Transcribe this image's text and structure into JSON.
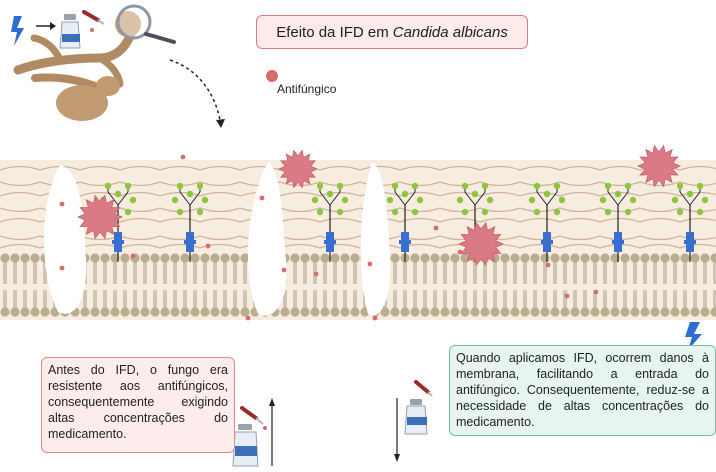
{
  "title": {
    "prefix": "Efeito da IFD em ",
    "species": "Candida albicans"
  },
  "legend": {
    "antifungal_label": "Antifúngico",
    "antifungal_color": "#d96b6b"
  },
  "notes": {
    "before": "Antes do IFD, o fungo era resistente aos antifúngicos, consequentemente exigindo altas concentrações do medicamento.",
    "after": "Quando aplicamos IFD, ocorrem danos à membrana, facilitando a entrada do antifúngico. Consequentemente, reduz-se a necessidade de altas concentrações do medicamento."
  },
  "colors": {
    "wall": "#f6ede0",
    "fiber": "#c9a98e",
    "lipid_head": "#b9ac8f",
    "mannan_node": "#8cc63f",
    "protein_block": "#3a6fd0",
    "spiky_particle": "#d97a84",
    "lightning": "#2c6fcf"
  },
  "icons": [
    "lightning-icon",
    "vial-icon",
    "dropper-icon",
    "magnifier-icon",
    "fungus-icon",
    "arrow-up-icon",
    "arrow-down-icon"
  ]
}
